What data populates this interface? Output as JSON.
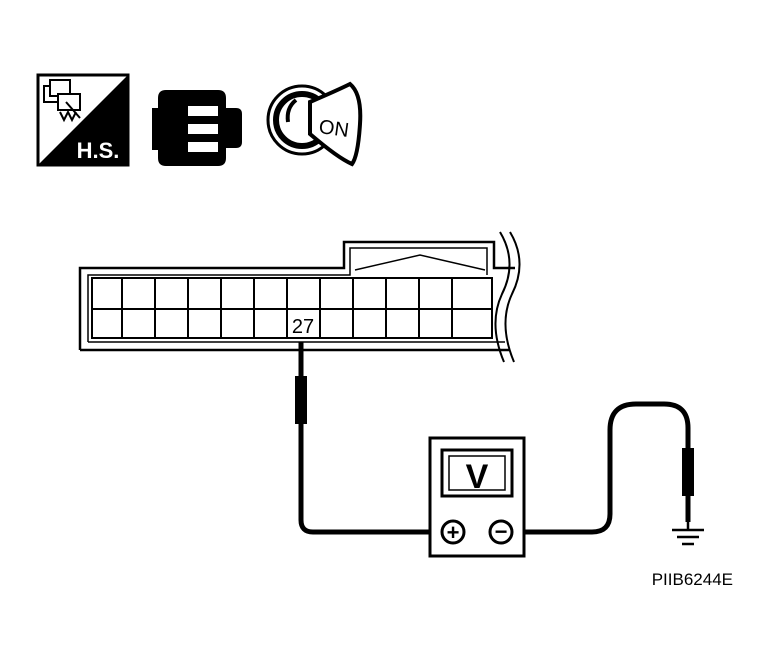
{
  "icons": {
    "harness_service_text": "H.S.",
    "ignition_key_text": "ON"
  },
  "connector": {
    "terminal_label": "27"
  },
  "meter": {
    "display_text": "V",
    "positive_symbol": "+",
    "negative_symbol": "−"
  },
  "figure": {
    "code": "PIIB6244E"
  }
}
